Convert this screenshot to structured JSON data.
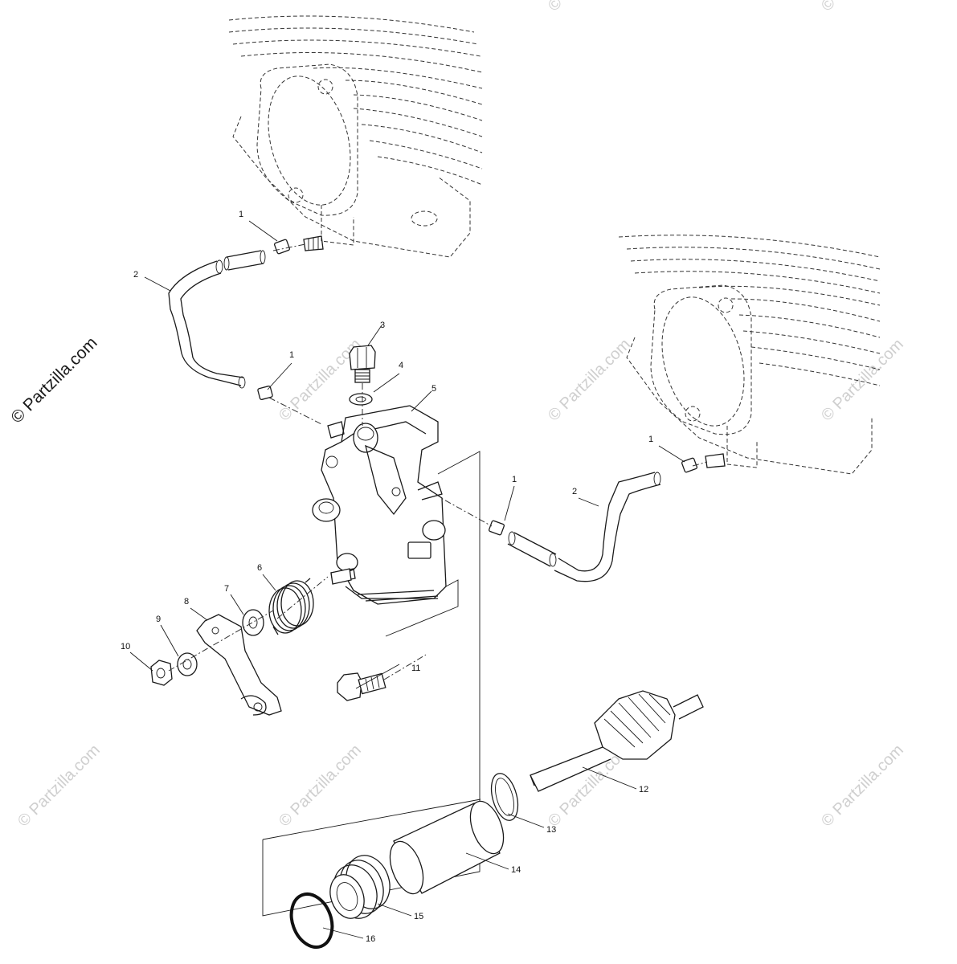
{
  "watermark": {
    "main": "© Partzilla.com",
    "repeat": "© Partzilla.com"
  },
  "callouts": [
    {
      "id": "p1a",
      "number": "1"
    },
    {
      "id": "p2a",
      "number": "2"
    },
    {
      "id": "p1b",
      "number": "1"
    },
    {
      "id": "p3",
      "number": "3"
    },
    {
      "id": "p4",
      "number": "4"
    },
    {
      "id": "p5",
      "number": "5"
    },
    {
      "id": "p1c",
      "number": "1"
    },
    {
      "id": "p2b",
      "number": "2"
    },
    {
      "id": "p1d",
      "number": "1"
    },
    {
      "id": "p6",
      "number": "6"
    },
    {
      "id": "p7",
      "number": "7"
    },
    {
      "id": "p8",
      "number": "8"
    },
    {
      "id": "p9",
      "number": "9"
    },
    {
      "id": "p10",
      "number": "10"
    },
    {
      "id": "p11",
      "number": "11"
    },
    {
      "id": "p12",
      "number": "12"
    },
    {
      "id": "p13",
      "number": "13"
    },
    {
      "id": "p14",
      "number": "14"
    },
    {
      "id": "p15",
      "number": "15"
    },
    {
      "id": "p16",
      "number": "16"
    }
  ]
}
